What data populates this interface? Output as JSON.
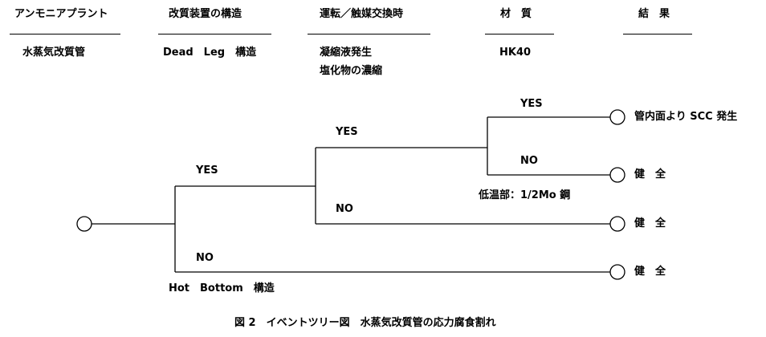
{
  "headers": [
    {
      "label": "アンモニアプラント"
    },
    {
      "label": "改質装置の構造"
    },
    {
      "label": "運転／触媒交換時"
    },
    {
      "label": "材　質"
    },
    {
      "label": "結　果"
    }
  ],
  "row_values": {
    "plant": "水蒸気改質管",
    "structure": "Dead　Leg　構造",
    "operation_line1": "凝縮液発生",
    "operation_line2": "塩化物の濃縮",
    "material": "HK40"
  },
  "tree": {
    "branch1_yes": "YES",
    "branch1_no": "NO",
    "branch1_no_note": "Hot　Bottom　構造",
    "branch2_yes": "YES",
    "branch2_no": "NO",
    "branch3_yes": "YES",
    "branch3_no": "NO",
    "branch3_no_note": "低温部：1/2Mo 鋼",
    "outcome_scc": "管内面より SCC 発生",
    "outcome_sound_1": "健　全",
    "outcome_sound_2": "健　全",
    "outcome_sound_3": "健　全"
  },
  "caption": "図 2　イベントツリー図　水蒸気改質管の応力腐食割れ"
}
